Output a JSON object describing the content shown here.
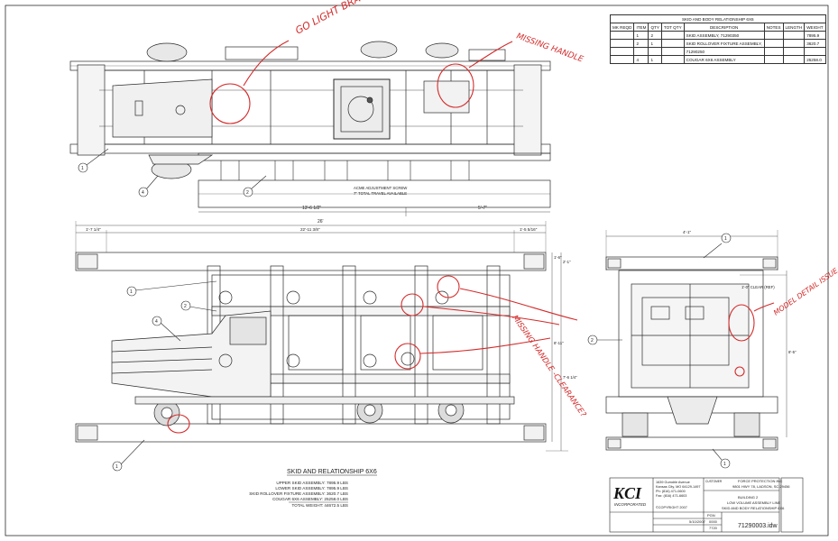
{
  "bom": {
    "title": "SKID AND BODY RELATIONSHIP 6X6",
    "headers": [
      "MK REQD",
      "ITEM",
      "QTY",
      "TOT QTY",
      "DESCRIPTION",
      "NOTES",
      "LENGTH",
      "WEIGHT"
    ],
    "rows": [
      {
        "item": "1",
        "qty": "2",
        "desc": "SKID ASSEMBLY, 71290350",
        "weight": "7895.9"
      },
      {
        "item": "2",
        "qty": "1",
        "desc": "SKID ROLLOVER FIXTURE ASSEMBLY,",
        "desc2": "71290250",
        "weight": "3620.7"
      },
      {
        "item": "4",
        "qty": "1",
        "desc": "COUGAR 6X6 ASSEMBLY",
        "weight": "25258.0"
      }
    ]
  },
  "annotations": {
    "go_light": "GO LIGHT BRACKETS",
    "missing_handle": "MISSING HANDLE",
    "missing_handle2": "MISSING HANDLE -CLEARANCE?",
    "model_detail": "MODEL DETAIL ISSUE"
  },
  "side_view": {
    "callouts": [
      "1",
      "4",
      "2"
    ],
    "acme_note_1": "ACME ADJUSTMENT SCREW",
    "acme_note_2": "7\" TOTAL TRAVEL AVAILABLE",
    "dim_left": "13'-6 1/2\"",
    "dim_right": "5'-7\""
  },
  "plan_view": {
    "dim_overall": "26'",
    "dim_left": "1'-7 1/4\"",
    "dim_mid": "22'-11 3/8\"",
    "dim_right": "1'-5 5/16\"",
    "dim_v1": "1'-6\"",
    "dim_v2": "2'-1\"",
    "dim_v3": "8'-11\"",
    "dim_v4": "7'-6 1/4\"",
    "callouts": [
      "1",
      "2",
      "4",
      "1"
    ]
  },
  "end_view": {
    "dim_top": "4'-1\"",
    "clear_note": "1'-0\" CLEAR (REF)",
    "dim_v": "8'-5\"",
    "callouts": [
      "1",
      "2",
      "1"
    ]
  },
  "summary": {
    "title": "SKID AND RELATIONSHIP 6X6",
    "lines": [
      "UPPER SKID ASSEMBLY: 7895.9 LBS",
      "LOWER SKID ASSEMBLY: 7895.9 LBS",
      "SKID ROLLOVER FIXTURE ASSEMBLY: 3620.7 LBS",
      "COUGAR 6X6 ASSEMBLY: 25258.0 LBS",
      "TOTAL WEIGHT: 44672.5 LBS"
    ]
  },
  "title_block": {
    "logo": "KCI",
    "logo_sub": "INCORPORATED",
    "address": [
      "1639 Gumdrle Avenue",
      "Kansas City, MO 64129-1497",
      "Ph: (816) 471-0600",
      "Fax: (816) 471-6603"
    ],
    "customer_label": "CUSTOMER",
    "customer": [
      "FORCE PROTECTION INC",
      "9801 HWY 78, LADSON, SC 29456"
    ],
    "copyright": "©COPYRIGHT 2007",
    "project": [
      "BUILDING 2",
      "LOW VOLUME ASSEMBLY LINE",
      "SKID AND BODY RELATIONSHIP 6X6"
    ],
    "drawn_by": "PGN",
    "date": "5/10/2007",
    "scale": "0000",
    "job": "7720",
    "dwg_no": "71290003.idw"
  },
  "colors": {
    "line": "#2a2a2a",
    "markup": "#d42a2a"
  }
}
